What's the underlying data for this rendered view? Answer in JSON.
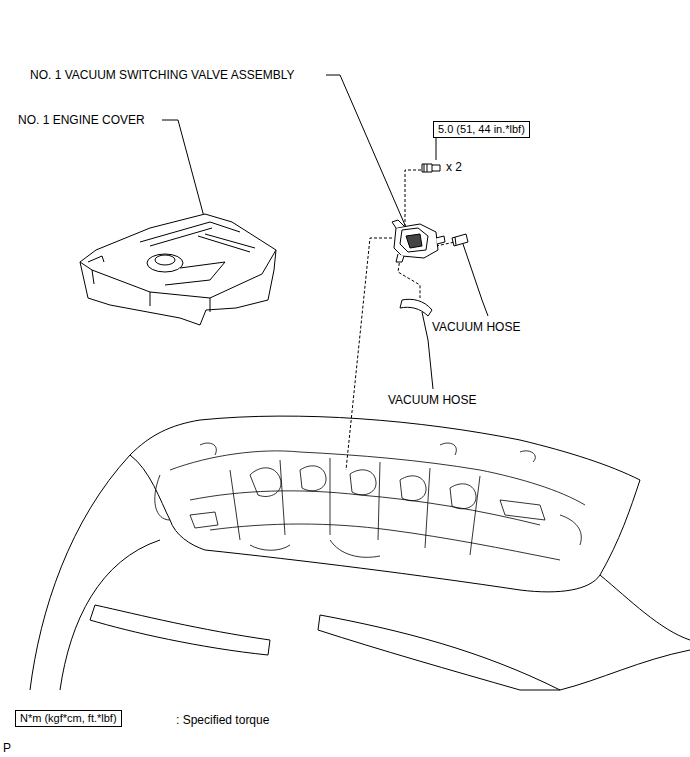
{
  "diagram": {
    "nodes": [
      {
        "text": [
          "5.0 (51, 44 in.*lbf)"
        ]
      },
      {
        "text": [
          "N*m (kgf*cm, ft.*lbf)"
        ]
      }
    ],
    "labels": [
      "NO. 1 VACUUM SWITCHING VALVE ASSEMBLY",
      "NO. 1 ENGINE COVER",
      "x 2",
      "VACUUM HOSE",
      "VACUUM HOSE",
      ": Specified torque",
      "P"
    ]
  }
}
